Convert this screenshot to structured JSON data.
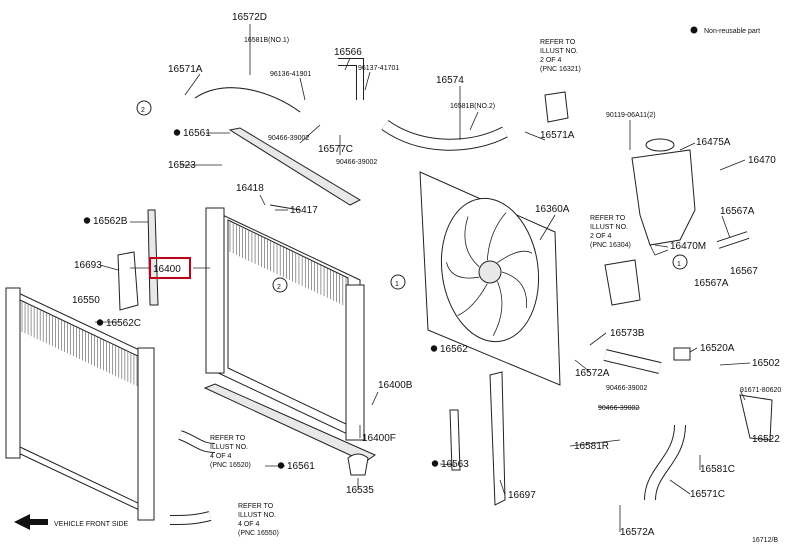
{
  "legend": {
    "items": [
      {
        "symbol": "●",
        "label": "Non-reusable part"
      }
    ]
  },
  "figure_id": "16712/B",
  "front_side": "VEHICLE FRONT SIDE",
  "circles": [
    "1",
    "2"
  ],
  "refer_notes": [
    {
      "lines": [
        "REFER TO",
        "ILLUST NO.",
        "2 OF 4",
        "(PNC 16321)"
      ]
    },
    {
      "lines": [
        "REFER TO",
        "ILLUST NO.",
        "2 OF 4",
        "(PNC 16304)"
      ]
    },
    {
      "lines": [
        "REFER TO",
        "ILLUST NO.",
        "4 OF 4",
        "(PNC 16520)"
      ]
    },
    {
      "lines": [
        "REFER TO",
        "ILLUST NO.",
        "4 OF 4",
        "(PNC 16550)"
      ]
    }
  ],
  "labels": [
    "16572D",
    "16581B(NO.1)",
    "16566",
    "96136-41901",
    "96137-41701",
    "16571A",
    "16574",
    "16581B(NO.2)",
    "90466-39002",
    "16577C",
    "90466-39002",
    "16571A",
    "16561",
    "90119-06A11(2)",
    "16475A",
    "16470",
    "16523",
    "16418",
    "16417",
    "16360A",
    "16567A",
    "16562B",
    "16470M",
    "16567",
    "16693",
    "16400",
    "16567A",
    "16550",
    "16562C",
    "16573B",
    "16562",
    "16520A",
    "16502",
    "16572A",
    "90466-39002",
    "16400B",
    "91671-80620",
    "90466-39002",
    "16400F",
    "16522",
    "16581R",
    "16561",
    "16563",
    "16581C",
    "16535",
    "16697",
    "16571C",
    "16572A"
  ]
}
